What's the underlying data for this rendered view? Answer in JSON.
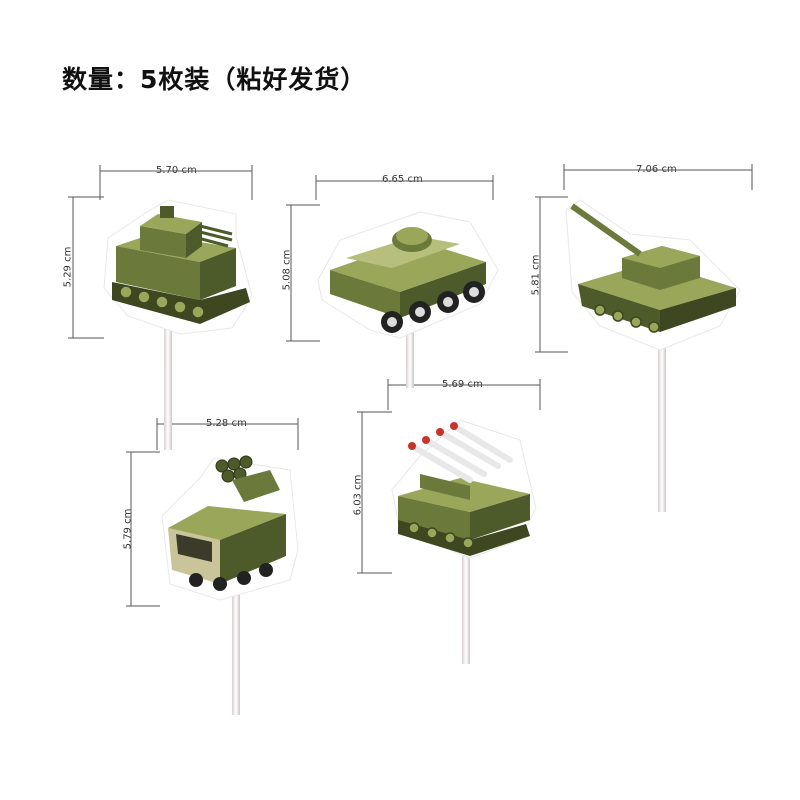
{
  "title": "数量：5枚装（粘好发货）",
  "toppers": [
    {
      "name": "anti-aircraft-vehicle-topper",
      "width": "5.70 cm",
      "height": "5.29 cm"
    },
    {
      "name": "armored-personnel-carrier-topper",
      "width": "6.65 cm",
      "height": "5.08 cm"
    },
    {
      "name": "battle-tank-topper",
      "width": "7.06 cm",
      "height": "5.81 cm"
    },
    {
      "name": "rocket-launcher-truck-topper",
      "width": "5.28 cm",
      "height": "5.79 cm"
    },
    {
      "name": "missile-launcher-tank-topper",
      "width": "5.69 cm",
      "height": "6.03 cm"
    }
  ],
  "colors": {
    "olive_dark": "#4d5a2a",
    "olive_mid": "#6b7a3a",
    "olive_light": "#9aa65a",
    "khaki": "#c9c49a",
    "stick": "#f3eded",
    "dim_line": "#555555"
  }
}
